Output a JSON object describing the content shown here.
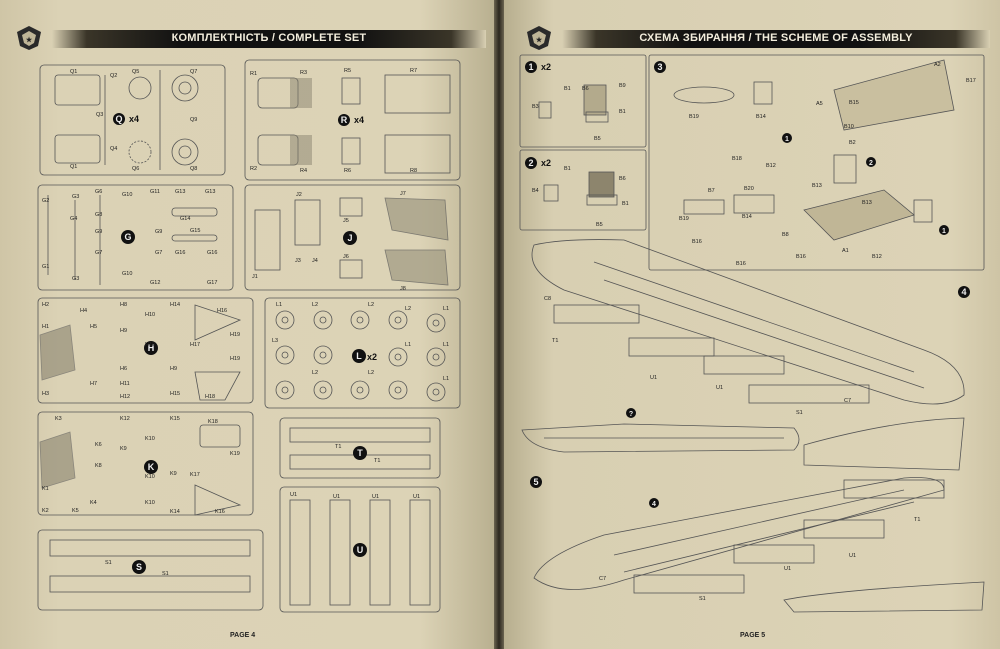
{
  "left_page": {
    "title": "КОМПЛЕКТНІСТЬ / COMPLETE SET",
    "page_label": "PAGE 4",
    "sprues": {
      "Q": {
        "letter": "Q",
        "count": "x4",
        "parts": [
          "Q1",
          "Q2",
          "Q5",
          "Q7",
          "Q3",
          "Q9",
          "Q4",
          "Q1",
          "Q6",
          "Q8"
        ]
      },
      "R": {
        "letter": "R",
        "count": "x4",
        "parts": [
          "R1",
          "R3",
          "R5",
          "R7",
          "R2",
          "R4",
          "R6",
          "R8"
        ]
      },
      "G": {
        "letter": "G",
        "parts": [
          "G2",
          "G3",
          "G6",
          "G10",
          "G11",
          "G13",
          "G13",
          "G4",
          "G8",
          "G14",
          "G9",
          "G9",
          "G15",
          "G7",
          "G7",
          "G16",
          "G16",
          "G1",
          "G3",
          "G10",
          "G12",
          "G17"
        ]
      },
      "J": {
        "letter": "J",
        "parts": [
          "J2",
          "J7",
          "J5",
          "J1",
          "J3",
          "J4",
          "J6",
          "J8"
        ]
      },
      "H": {
        "letter": "H",
        "parts": [
          "H2",
          "H4",
          "H8",
          "H14",
          "H16",
          "H1",
          "H5",
          "H9",
          "H19",
          "H10",
          "H17",
          "H6",
          "H10",
          "H9",
          "H19",
          "H3",
          "H7",
          "H11",
          "H15",
          "H18",
          "H12"
        ]
      },
      "L": {
        "letter": "L",
        "count": "x2",
        "parts": [
          "L1",
          "L2",
          "L2",
          "L2",
          "L1",
          "L3",
          "L1",
          "L1",
          "L2",
          "L2",
          "L1"
        ]
      },
      "K": {
        "letter": "K",
        "parts": [
          "K3",
          "K12",
          "K15",
          "K18",
          "K6",
          "K10",
          "K19",
          "K9",
          "K8",
          "K1",
          "K9",
          "K17",
          "K4",
          "K10",
          "K16",
          "K2",
          "K5",
          "K10",
          "K14"
        ]
      },
      "T": {
        "letter": "T",
        "parts": [
          "T1",
          "T1"
        ]
      },
      "U": {
        "letter": "U",
        "parts": [
          "U1",
          "U1",
          "U1",
          "U1"
        ]
      },
      "S": {
        "letter": "S",
        "parts": [
          "S1",
          "S1"
        ]
      }
    }
  },
  "right_page": {
    "title": "СХЕМА ЗБИРАННЯ / THE SCHEME OF ASSEMBLY",
    "page_label": "PAGE 5",
    "steps": [
      {
        "num": "1",
        "mult": "x2",
        "parts": [
          "B3",
          "B6",
          "B9",
          "B1",
          "B5",
          "B1"
        ]
      },
      {
        "num": "2",
        "mult": "x2",
        "parts": [
          "B1",
          "B6",
          "B4",
          "B1",
          "B5"
        ]
      },
      {
        "num": "3",
        "parts": [
          "B19",
          "B14",
          "A2",
          "B17",
          "A5",
          "B15",
          "B10",
          "B2",
          "B18",
          "B12",
          "B7",
          "B20",
          "B13",
          "B13",
          "B19",
          "B14",
          "B8",
          "B16",
          "B16",
          "B16",
          "B12",
          "A1"
        ]
      },
      {
        "num": "4",
        "parts": [
          "C8",
          "T1",
          "U1",
          "U1",
          "S1",
          "C7"
        ]
      },
      {
        "num": "5",
        "parts": [
          "T1",
          "U1",
          "U1",
          "S1",
          "C7"
        ]
      }
    ],
    "callouts": [
      "1",
      "2",
      "1",
      "4"
    ],
    "warning": "?"
  }
}
